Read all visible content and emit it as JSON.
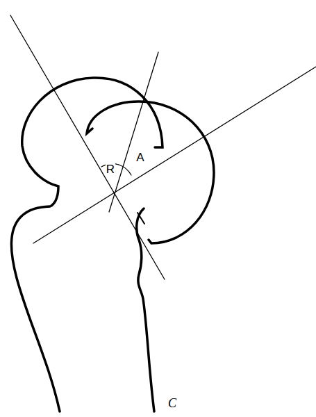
{
  "diagram": {
    "labels": [
      "R",
      "A",
      "C"
    ]
  }
}
